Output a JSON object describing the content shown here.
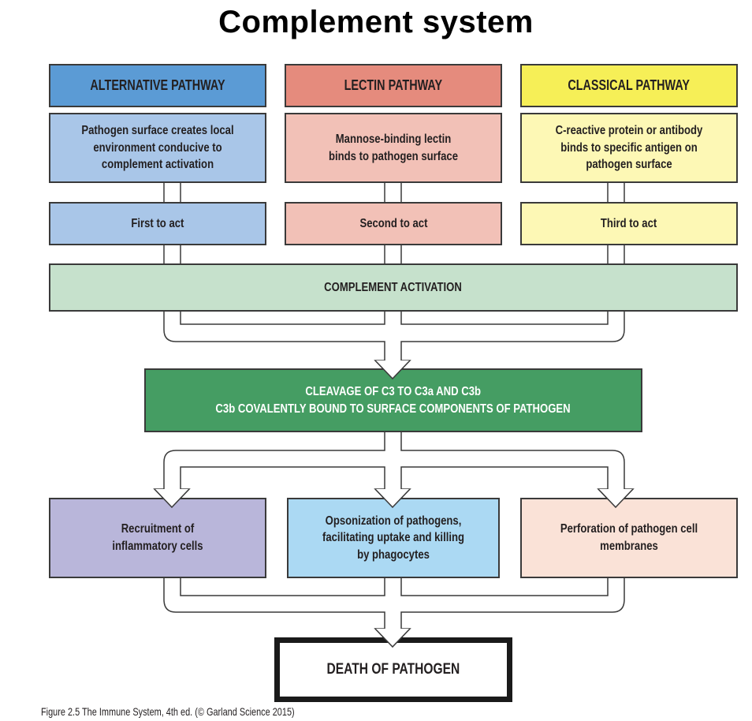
{
  "title": "Complement system",
  "colors": {
    "alternative_header": "#5b9bd5",
    "alternative_body": "#a9c6e8",
    "lectin_header": "#e58b7d",
    "lectin_body": "#f2c1b7",
    "classical_header": "#f6ef57",
    "classical_body": "#fdf8b5",
    "activation": "#c6e1cc",
    "cleavage": "#459d63",
    "recruitment": "#b9b6da",
    "opsonization": "#abd9f3",
    "perforation": "#fae2d7",
    "death": "#ffffff"
  },
  "pathways": [
    {
      "header": "ALTERNATIVE PATHWAY",
      "description": "Pathogen surface creates local environment conducive to complement activation",
      "order": "First to act"
    },
    {
      "header": "LECTIN PATHWAY",
      "description": "Mannose-binding lectin binds to pathogen surface",
      "order": "Second to act"
    },
    {
      "header": "CLASSICAL PATHWAY",
      "description": "C-reactive protein or antibody binds to specific antigen on pathogen surface",
      "order": "Third to act"
    }
  ],
  "activation": "COMPLEMENT ACTIVATION",
  "cleavage": {
    "line1": "CLEAVAGE OF C3 TO C3a AND C3b",
    "line2": "C3b COVALENTLY BOUND TO SURFACE COMPONENTS OF PATHOGEN"
  },
  "outcomes": [
    {
      "text": "Recruitment of inflammatory cells"
    },
    {
      "text": "Opsonization of pathogens, facilitating uptake and killing by phagocytes"
    },
    {
      "text": "Perforation of pathogen cell membranes"
    }
  ],
  "final": "DEATH OF PATHOGEN",
  "caption": "Figure 2.5 The Immune System, 4th ed. (© Garland Science 2015)"
}
